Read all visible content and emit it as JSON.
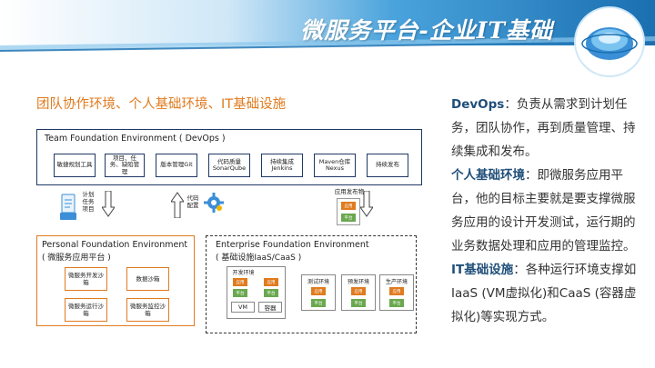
{
  "header": {
    "title": "微服务平台-企业IT基础",
    "colors": {
      "band_dark": "#1a6fb0",
      "band_light": "#8cc8ec"
    }
  },
  "diagram": {
    "heading": "团队协作环境、个人基础环境、IT基础设施",
    "tfe": {
      "title": "Team Foundation Environment ( DevOps )",
      "tools": [
        "敏捷规划工具",
        "项目、任务、缺陷管理",
        "版本管理Git",
        "代码质量SonarQube",
        "持续集成Jenkins",
        "Maven仓库Nexus",
        "持续发布"
      ]
    },
    "mid": {
      "plan_label": "计划任务项目",
      "code_label": "代码配置",
      "release_label": "应用发布物",
      "release_app": "应用",
      "release_plat": "平台"
    },
    "pfe": {
      "title": "Personal Foundation Environment",
      "subtitle": "( 微服务应用平台 )",
      "sandboxes": [
        "微服务开发沙箱",
        "数据沙箱",
        "微服务运行沙箱",
        "微服务监控沙箱"
      ]
    },
    "efe": {
      "title": "Enterprise Foundation Environment",
      "subtitle": "( 基础设施IaaS/CaaS )",
      "dev_env": "开发环境",
      "app_label": "应用",
      "plat_label": "平台",
      "vm_label": "VM",
      "container_label": "容器",
      "envs": [
        "测试环境",
        "预发环境",
        "生产环境"
      ]
    }
  },
  "right_text": {
    "p1_kw": "DevOps",
    "p1_text": "：负责从需求到计划任务，团队协作，再到质量管理、持续集成和发布。",
    "p2_kw": "个人基础环境",
    "p2_text": "：即微服务应用平台，他的目标主要就是要支撑微服务应用的设计开发测试，运行期的业务数据处理和应用的管理监控。",
    "p3_kw": "IT基础设施",
    "p3_text": "：各种运行环境支撑如IaaS (VM虚拟化)和CaaS (容器虚拟化)等实现方式。"
  }
}
